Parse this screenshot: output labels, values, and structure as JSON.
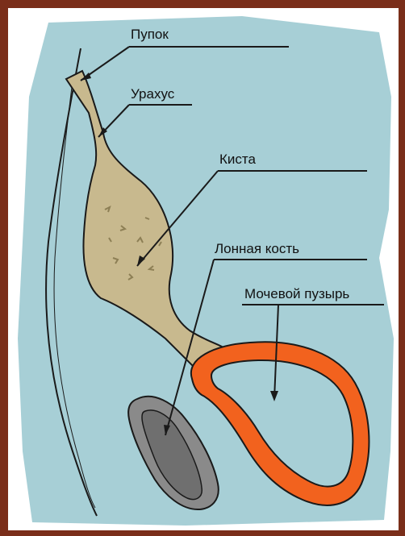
{
  "labels": {
    "navel": "Пупок",
    "urachus": "Урахус",
    "cyst": "Киста",
    "pubic_bone": "Лонная кость",
    "bladder": "Мочевой пузырь"
  },
  "colors": {
    "frame": "#7a2e1a",
    "background": "#a7cfd6",
    "cyst": "#c8b98e",
    "bladder_wall": "#f2621e",
    "bone": "#8a8a8a",
    "outline": "#1a1a1a"
  }
}
